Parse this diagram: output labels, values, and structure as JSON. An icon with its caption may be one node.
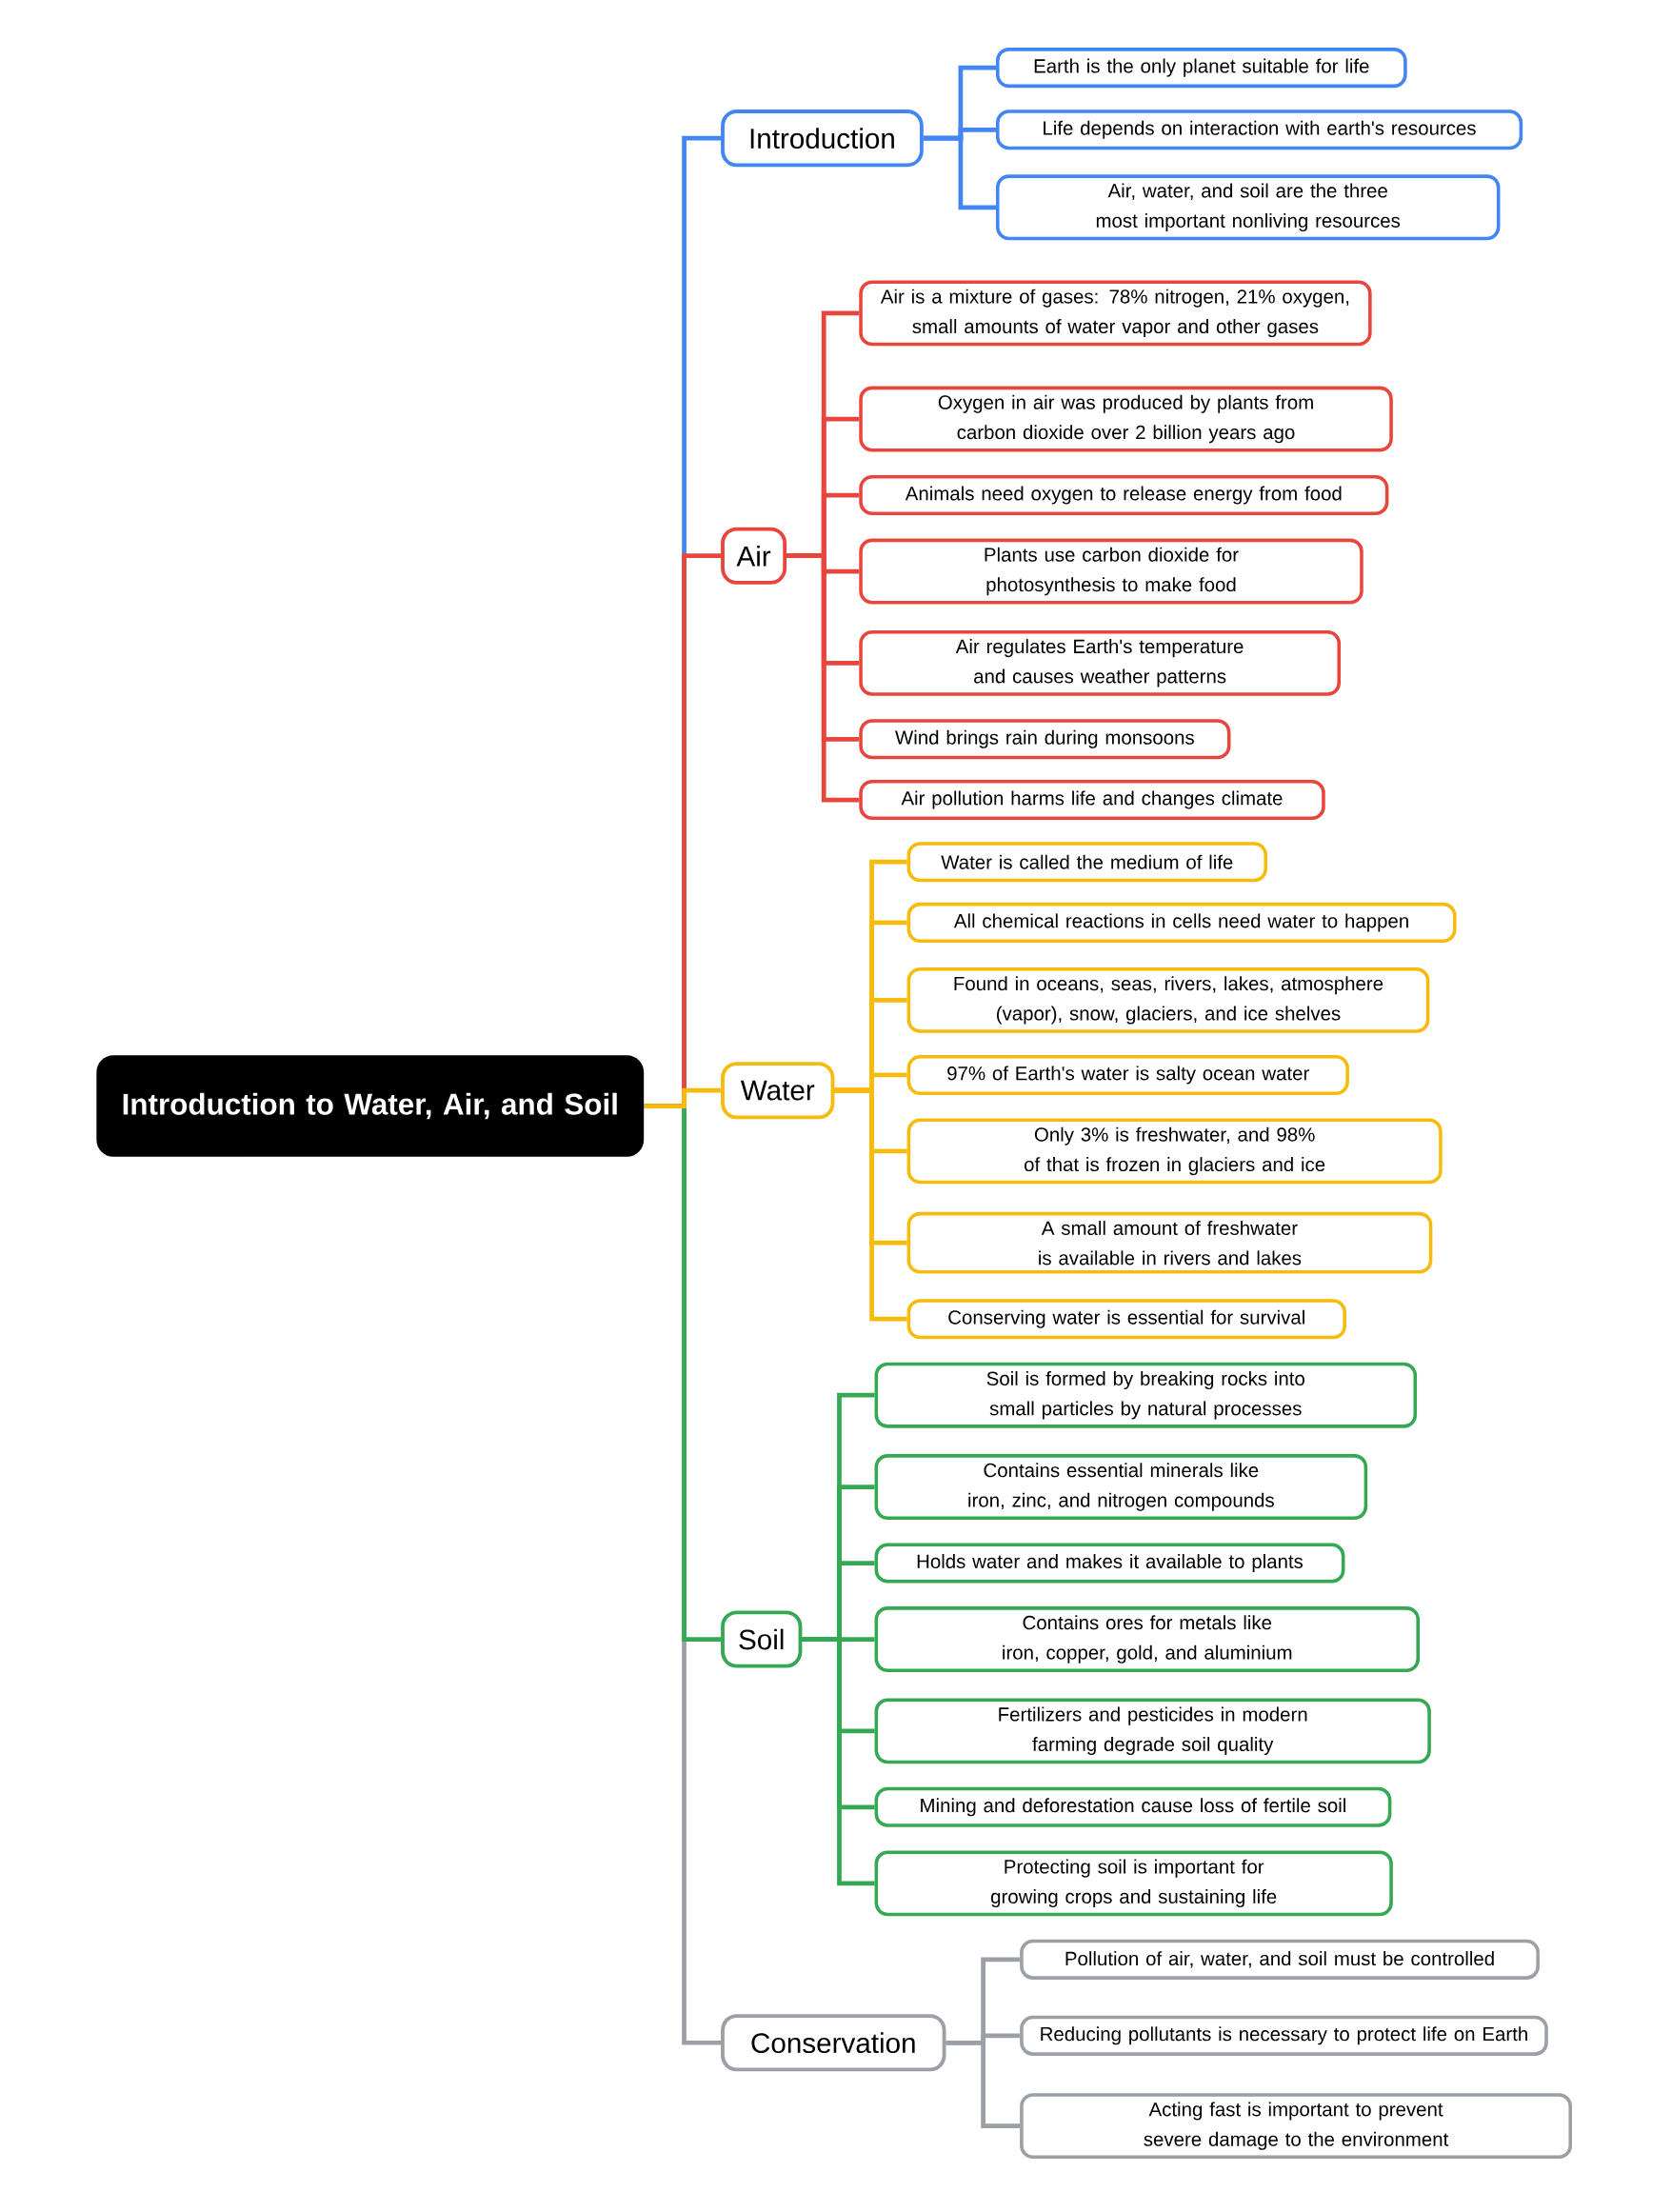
{
  "diagram": {
    "nodes": [
      {
        "text": [
          "Introduction to Water, Air, and Soil"
        ]
      },
      {
        "text": [
          "Introduction"
        ]
      },
      {
        "text": [
          "Earth is the only planet suitable for life"
        ]
      },
      {
        "text": [
          "Life depends on interaction with earth's resources"
        ]
      },
      {
        "text": [
          "Air, water, and soil are the three most important nonliving resources"
        ]
      },
      {
        "text": [
          "Air"
        ]
      },
      {
        "text": [
          "Air is a mixture of gases: 78% nitrogen, 21% oxygen, small amounts of water vapor and other gases"
        ]
      },
      {
        "text": [
          "Oxygen in air was produced by plants from carbon dioxide over 2 billion years ago"
        ]
      },
      {
        "text": [
          "Animals need oxygen to release energy from food"
        ]
      },
      {
        "text": [
          "Plants use carbon dioxide for photosynthesis to make food"
        ]
      },
      {
        "text": [
          "Air regulates Earth's temperature and causes weather patterns"
        ]
      },
      {
        "text": [
          "Wind brings rain during monsoons"
        ]
      },
      {
        "text": [
          "Air pollution harms life and changes climate"
        ]
      },
      {
        "text": [
          "Water"
        ]
      },
      {
        "text": [
          "Water is called the medium of life"
        ]
      },
      {
        "text": [
          "All chemical reactions in cells need water to happen"
        ]
      },
      {
        "text": [
          "Found in oceans, seas, rivers, lakes, atmosphere (vapor), snow, glaciers, and ice shelves"
        ]
      },
      {
        "text": [
          "97% of Earth's water is salty ocean water"
        ]
      },
      {
        "text": [
          "Only 3% is freshwater, and 98% of that is frozen in glaciers and ice"
        ]
      },
      {
        "text": [
          "A small amount of freshwater is available in rivers and lakes"
        ]
      },
      {
        "text": [
          "Conserving water is essential for survival"
        ]
      },
      {
        "text": [
          "Soil"
        ]
      },
      {
        "text": [
          "Soil is formed by breaking rocks into small particles by natural processes"
        ]
      },
      {
        "text": [
          "Contains essential minerals like iron, zinc, and nitrogen compounds"
        ]
      },
      {
        "text": [
          "Holds water and makes it available to plants"
        ]
      },
      {
        "text": [
          "Contains ores for metals like iron, copper, gold, and aluminium"
        ]
      },
      {
        "text": [
          "Fertilizers and pesticides in modern farming degrade soil quality"
        ]
      },
      {
        "text": [
          "Mining and deforestation cause loss of fertile soil"
        ]
      },
      {
        "text": [
          "Protecting soil is important for growing crops and sustaining life"
        ]
      },
      {
        "text": [
          "Conservation"
        ]
      },
      {
        "text": [
          "Pollution of air, water, and soil must be controlled"
        ]
      },
      {
        "text": [
          "Reducing pollutants is necessary to protect life on Earth"
        ]
      },
      {
        "text": [
          "Acting fast is important to prevent severe damage to the environment"
        ]
      }
    ],
    "edges": [
      {
        "from": 0,
        "to": 1,
        "arrow": "none",
        "color": "#4285f4"
      },
      {
        "from": 1,
        "to": 2,
        "arrow": "none",
        "color": "#4285f4"
      },
      {
        "from": 1,
        "to": 3,
        "arrow": "none",
        "color": "#4285f4"
      },
      {
        "from": 1,
        "to": 4,
        "arrow": "none",
        "color": "#4285f4"
      },
      {
        "from": 0,
        "to": 5,
        "arrow": "none",
        "color": "#e8453c"
      },
      {
        "from": 5,
        "to": 6,
        "arrow": "none",
        "color": "#e8453c"
      },
      {
        "from": 5,
        "to": 7,
        "arrow": "none",
        "color": "#e8453c"
      },
      {
        "from": 5,
        "to": 8,
        "arrow": "none",
        "color": "#e8453c"
      },
      {
        "from": 5,
        "to": 9,
        "arrow": "none",
        "color": "#e8453c"
      },
      {
        "from": 5,
        "to": 10,
        "arrow": "none",
        "color": "#e8453c"
      },
      {
        "from": 5,
        "to": 11,
        "arrow": "none",
        "color": "#e8453c"
      },
      {
        "from": 5,
        "to": 12,
        "arrow": "none",
        "color": "#e8453c"
      },
      {
        "from": 0,
        "to": 13,
        "arrow": "none",
        "color": "#f7bb0e"
      },
      {
        "from": 13,
        "to": 14,
        "arrow": "none",
        "color": "#f7bb0e"
      },
      {
        "from": 13,
        "to": 15,
        "arrow": "none",
        "color": "#f7bb0e"
      },
      {
        "from": 13,
        "to": 16,
        "arrow": "none",
        "color": "#f7bb0e"
      },
      {
        "from": 13,
        "to": 17,
        "arrow": "none",
        "color": "#f7bb0e"
      },
      {
        "from": 13,
        "to": 18,
        "arrow": "none",
        "color": "#f7bb0e"
      },
      {
        "from": 13,
        "to": 19,
        "arrow": "none",
        "color": "#f7bb0e"
      },
      {
        "from": 13,
        "to": 20,
        "arrow": "none",
        "color": "#f7bb0e"
      },
      {
        "from": 0,
        "to": 21,
        "arrow": "none",
        "color": "#34a853"
      },
      {
        "from": 21,
        "to": 22,
        "arrow": "none",
        "color": "#34a853"
      },
      {
        "from": 21,
        "to": 23,
        "arrow": "none",
        "color": "#34a853"
      },
      {
        "from": 21,
        "to": 24,
        "arrow": "none",
        "color": "#34a853"
      },
      {
        "from": 21,
        "to": 25,
        "arrow": "none",
        "color": "#34a853"
      },
      {
        "from": 21,
        "to": 26,
        "arrow": "none",
        "color": "#34a853"
      },
      {
        "from": 21,
        "to": 27,
        "arrow": "none",
        "color": "#34a853"
      },
      {
        "from": 21,
        "to": 28,
        "arrow": "none",
        "color": "#34a853"
      },
      {
        "from": 0,
        "to": 29,
        "arrow": "none",
        "color": "#9aa0a6"
      },
      {
        "from": 29,
        "to": 30,
        "arrow": "none",
        "color": "#9aa0a6"
      },
      {
        "from": 29,
        "to": 31,
        "arrow": "none",
        "color": "#9aa0a6"
      },
      {
        "from": 29,
        "to": 32,
        "arrow": "none",
        "color": "#9aa0a6"
      }
    ]
  }
}
